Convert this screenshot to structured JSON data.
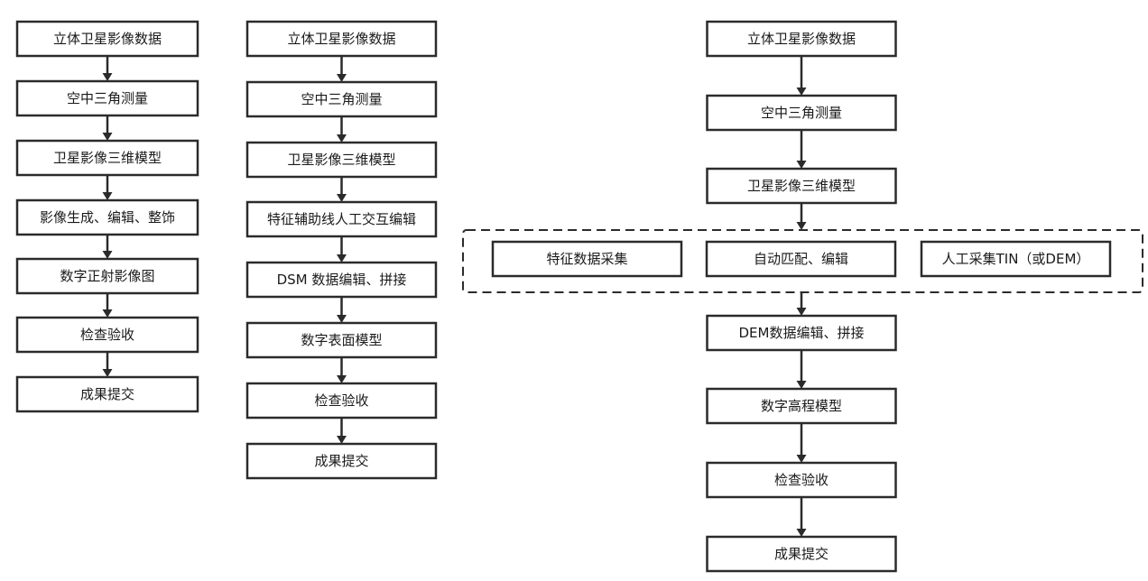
{
  "flows": [
    {
      "id": "flow-dom",
      "steps": [
        "立体卫星影像数据",
        "空中三角测量",
        "卫星影像三维模型",
        "影像生成、编辑、整饰",
        "数字正射影像图",
        "检查验收",
        "成果提交"
      ]
    },
    {
      "id": "flow-dsm",
      "steps": [
        "立体卫星影像数据",
        "空中三角测量",
        "卫星影像三维模型",
        "特征辅助线人工交互编辑",
        "DSM 数据编辑、拼接",
        "数字表面模型",
        "检查验收",
        "成果提交"
      ]
    },
    {
      "id": "flow-dem",
      "steps_before": [
        "立体卫星影像数据",
        "空中三角测量",
        "卫星影像三维模型"
      ],
      "parallel_options": [
        "特征数据采集",
        "自动匹配、编辑",
        "人工采集TIN（或DEM）"
      ],
      "steps_after": [
        "DEM数据编辑、拼接",
        "数字高程模型",
        "检查验收",
        "成果提交"
      ]
    }
  ],
  "colors": {
    "stroke": "#2b2b2b",
    "text": "#1a1a1a",
    "background": "#ffffff"
  }
}
